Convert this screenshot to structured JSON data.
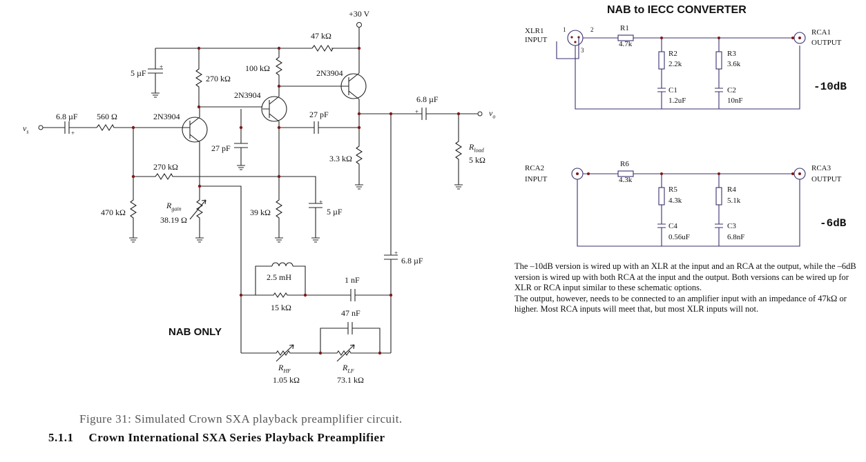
{
  "left": {
    "supply": "+30 V",
    "transistors": [
      "2N3904",
      "2N3904",
      "2N3904"
    ],
    "caps": {
      "c5u_top": "5 µF",
      "c68_in": "6.8 µF",
      "c27p_a": "27 pF",
      "c27p_b": "27 pF",
      "c68_out": "6.8 µF",
      "c5u_bot": "5 µF",
      "c68_bot": "6.8 µF",
      "c1n": "1 nF",
      "c47n": "47 nF"
    },
    "res": {
      "r47k": "47 kΩ",
      "r100k": "100 kΩ",
      "r270k_a": "270 kΩ",
      "r560": "560 Ω",
      "r270k_b": "270 kΩ",
      "r470k": "470 kΩ",
      "rgain_value": "38.19 Ω",
      "r39k": "39 kΩ",
      "r33k": "3.3 kΩ",
      "rload_value": "5 kΩ",
      "r15k": "15 kΩ",
      "rhf_value": "1.05 kΩ",
      "rlf_value": "73.1 kΩ"
    },
    "rgain": {
      "main": "R",
      "sub": "gain"
    },
    "rload": {
      "main": "R",
      "sub": "load"
    },
    "rhf": {
      "main": "R",
      "sub": "HF"
    },
    "rlf": {
      "main": "R",
      "sub": "LF"
    },
    "inductor": "2.5 mH",
    "vs": {
      "main": "v",
      "sub": "s"
    },
    "vo": {
      "main": "v",
      "sub": "o"
    },
    "nab_only": "NAB ONLY"
  },
  "right": {
    "title": "NAB to IECC CONVERTER",
    "xlr1": "XLR1",
    "input": "INPUT",
    "output": "OUTPUT",
    "pin1": "1",
    "pin2": "2",
    "pin3": "3",
    "rca1": "RCA1",
    "rca2": "RCA2",
    "rca3": "RCA3",
    "r1": "R1",
    "r1v": "4.7k",
    "r2": "R2",
    "r2v": "2.2k",
    "r3": "R3",
    "r3v": "3.6k",
    "c1": "C1",
    "c1v": "1.2uF",
    "c2": "C2",
    "c2v": "10nF",
    "r6": "R6",
    "r6v": "4.3k",
    "r5": "R5",
    "r5v": "4.3k",
    "r4": "R4",
    "r4v": "5.1k",
    "c4": "C4",
    "c4v": "0.56uF",
    "c3": "C3",
    "c3v": "6.8nF",
    "db10": "-10dB",
    "db6": "-6dB",
    "desc1": "The –10dB version is wired up with an XLR at the input and an RCA at the output, while the –6dB version is wired up with both RCA at the input and the output. Both versions can be wired up for XLR or RCA input similar to these schematic options.",
    "desc2": "The output, however, needs to be connected to an amplifier input with an impedance of 47kΩ or higher. Most RCA inputs will meet that, but most XLR inputs will not."
  },
  "caption": "Figure 31: Simulated Crown SXA playback preamplifier circuit.",
  "section": {
    "number": "5.1.1",
    "title": "Crown International SXA Series Playback Preamplifier"
  }
}
